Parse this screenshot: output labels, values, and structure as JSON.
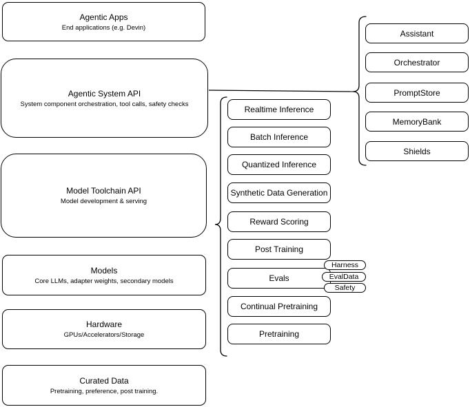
{
  "diagram": {
    "left_column": [
      {
        "title": "Agentic Apps",
        "subtitle": "End applications (e.g. Devin)"
      },
      {
        "title": "Agentic System API",
        "subtitle": "System component orchestration, tool calls, safety checks"
      },
      {
        "title": "Model Toolchain API",
        "subtitle": "Model development & serving"
      },
      {
        "title": "Models",
        "subtitle": "Core LLMs, adapter weights, secondary models"
      },
      {
        "title": "Hardware",
        "subtitle": "GPUs/Accelerators/Storage"
      },
      {
        "title": "Curated Data",
        "subtitle": "Pretraining, preference, post training."
      }
    ],
    "middle_column": [
      "Realtime Inference",
      "Batch Inference",
      "Quantized Inference",
      "Synthetic Data Generation",
      "Reward Scoring",
      "Post Training",
      "Evals",
      "Continual Pretraining",
      "Pretraining"
    ],
    "eval_tags": [
      "Harness",
      "EvalData",
      "Safety"
    ],
    "right_column": [
      "Assistant",
      "Orchestrator",
      "PromptStore",
      "MemoryBank",
      "Shields"
    ],
    "colors": {
      "stroke": "#000000",
      "fill": "#ffffff"
    }
  }
}
